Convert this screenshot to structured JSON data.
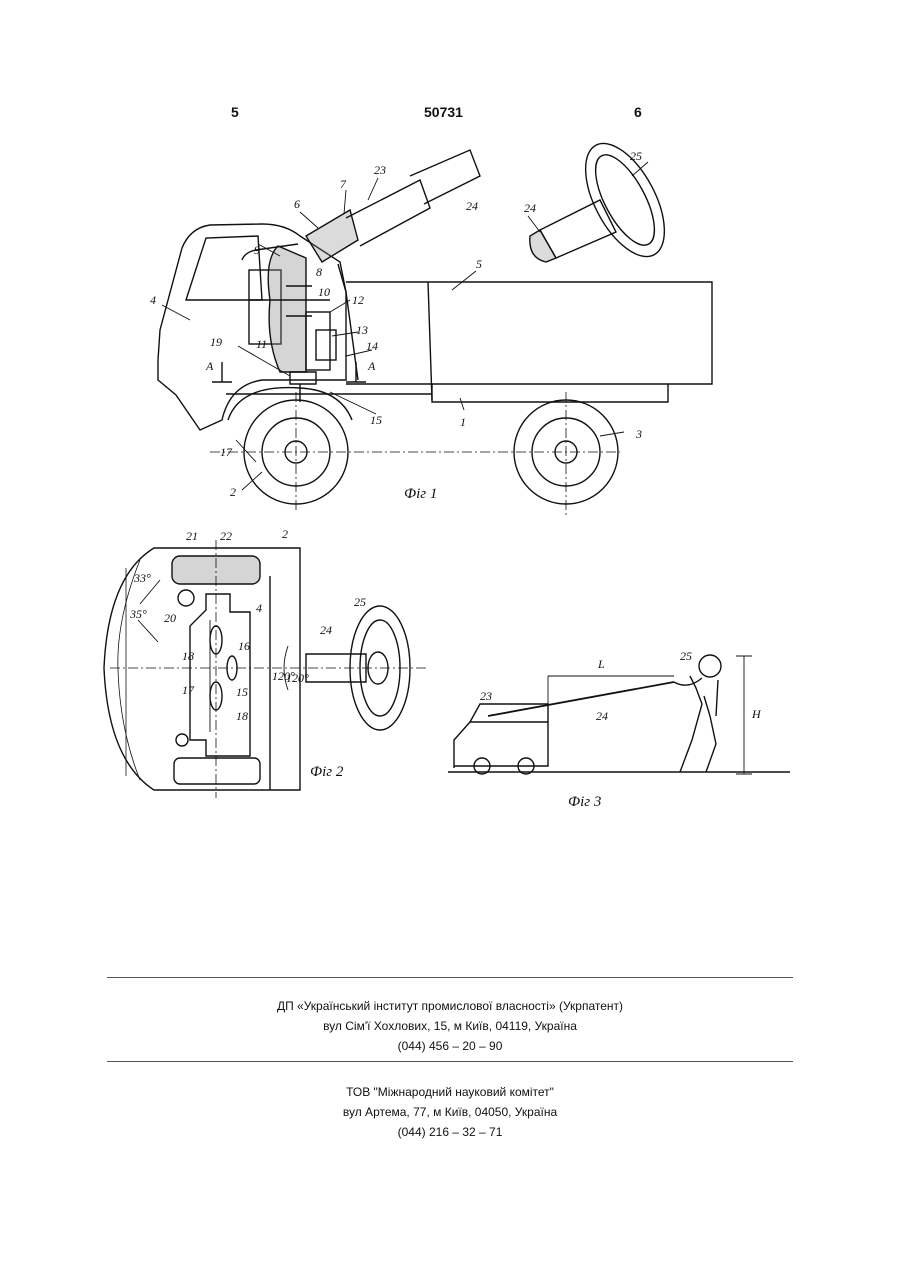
{
  "header": {
    "page_left": "5",
    "patent_number": "50731",
    "page_right": "6"
  },
  "figures": {
    "fig1": {
      "caption": "Фіг 1",
      "labels": [
        "1",
        "2",
        "3",
        "4",
        "5",
        "6",
        "7",
        "8",
        "9",
        "10",
        "11",
        "12",
        "13",
        "14",
        "15",
        "17",
        "19",
        "23",
        "24",
        "25",
        "24",
        "А",
        "А"
      ]
    },
    "fig2": {
      "caption": "Фіг 2",
      "labels": [
        "21",
        "22",
        "2",
        "33°",
        "35°",
        "20",
        "4",
        "25",
        "24",
        "18",
        "16",
        "120°",
        "120°",
        "17",
        "15",
        "18"
      ]
    },
    "fig3": {
      "caption": "Фіг 3",
      "labels": [
        "L",
        "25",
        "23",
        "24",
        "H"
      ]
    }
  },
  "footer": {
    "org1": {
      "name": "ДП «Український інститут промислової власності» (Укрпатент)",
      "address": "вул  Сім'ї Хохлових, 15, м  Київ, 04119, Україна",
      "phone": "(044) 456 – 20 –  90"
    },
    "org2": {
      "name": "ТОВ \"Міжнародний науковий комітет\"",
      "address": "вул  Артема, 77, м  Київ, 04050, Україна",
      "phone": "(044) 216 – 32 – 71"
    }
  }
}
